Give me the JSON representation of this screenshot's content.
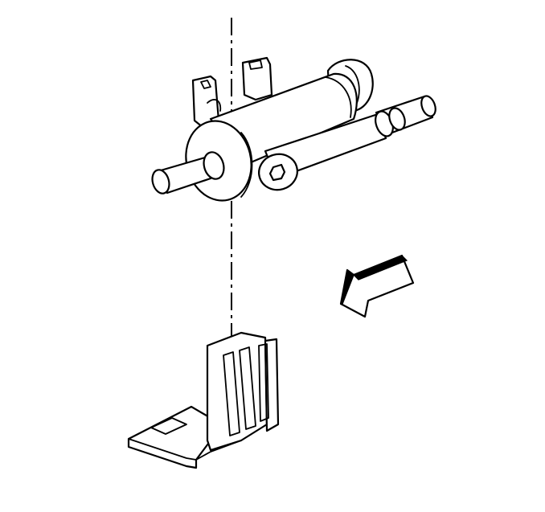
{
  "diagram": {
    "components": [
      {
        "id": "filter",
        "icon": "fuel-filter-canister"
      },
      {
        "id": "bracket",
        "icon": "mounting-bracket"
      },
      {
        "id": "direction",
        "icon": "arrow-left-down-icon",
        "direction": "front"
      }
    ],
    "colors": {
      "line": "#000000",
      "background": "#ffffff"
    }
  }
}
